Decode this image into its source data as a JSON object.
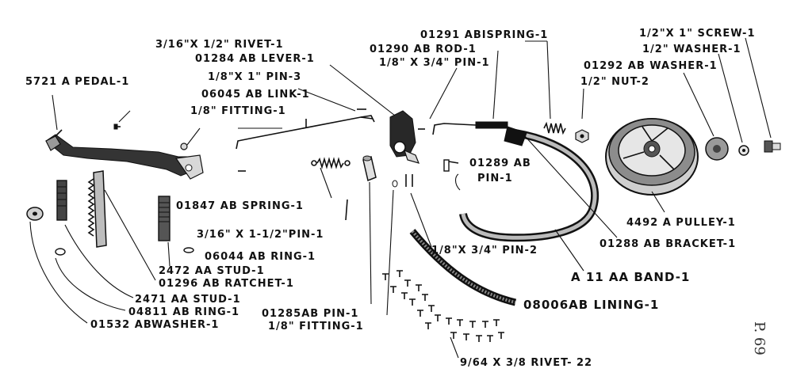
{
  "labels": {
    "rivet_3_16": "3/16\"X 1/2\" RIVET-1",
    "lever": "01284 AB LEVER-1",
    "pin_1_8_x1": "1/8\"X 1\" PIN-3",
    "link": "06045 AB LINK-1",
    "fitting_top": "1/8\" FITTING-1",
    "pedal": "5721 A PEDAL-1",
    "spring_01291": "01291 ABISPRING-1",
    "rod": "01290 AB ROD-1",
    "pin_1_8_x34_top": "1/8\" X 3/4\" PIN-1",
    "screw": "1/2\"X 1\" SCREW-1",
    "washer_half": "1/2\" WASHER-1",
    "washer_01292": "01292 AB WASHER-1",
    "nut": "1/2\" NUT-2",
    "pin_01289_a": "01289 AB",
    "pin_01289_b": "PIN-1",
    "spring_01847": "01847 AB SPRING-1",
    "pulley": "4492 A PULLEY-1",
    "pin_3_16": "3/16\" X 1-1/2\"PIN-1",
    "ring_06044": "06044 AB RING-1",
    "stud_2472": "2472 AA STUD-1",
    "ratchet": "01296 AB RATCHET-1",
    "stud_2471": "2471 AA   STUD-1",
    "ring_04811": "04811 AB RING-1",
    "washer_01532": "01532 ABWASHER-1",
    "pin_01285": "01285AB PIN-1",
    "fitting_bottom": "1/8\" FITTING-1",
    "pin_1_8_x34_bottom": "1/8\"X 3/4\" PIN-2",
    "bracket": "01288 AB BRACKET-1",
    "band": "A 11 AA BAND-1",
    "lining": "08006AB LINING-1",
    "rivet_9_64": "9/64 X 3/8 RIVET- 22",
    "page_note": "P. 69"
  }
}
